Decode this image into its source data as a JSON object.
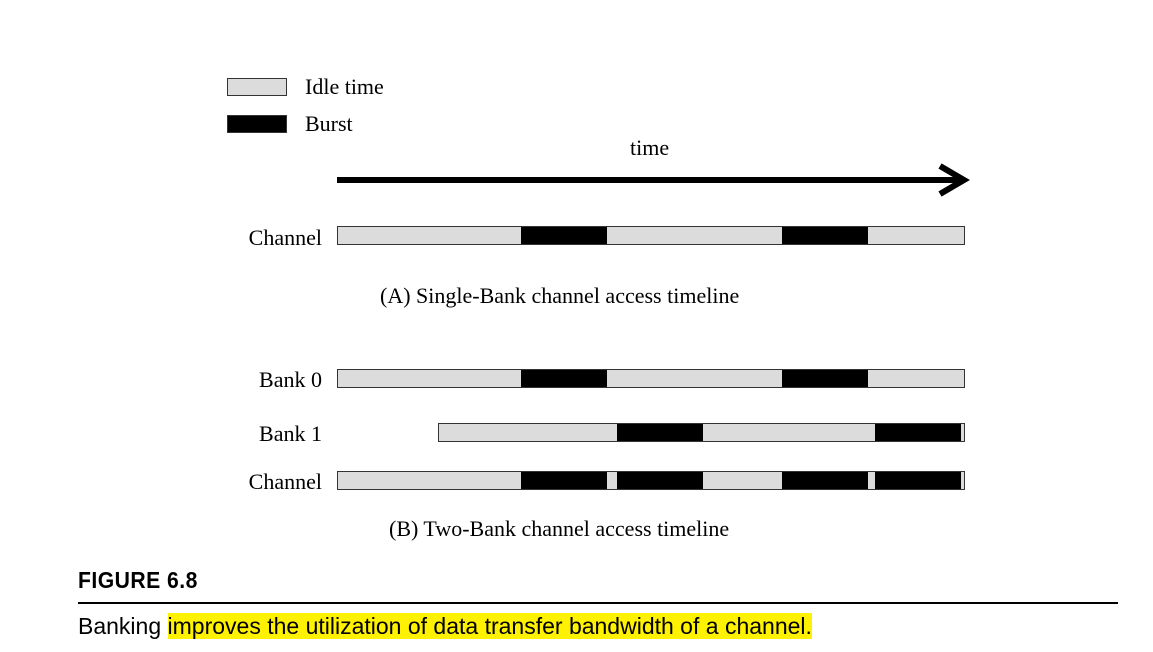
{
  "legend": {
    "idle": {
      "label": "Idle time",
      "color": "#dcdcdc"
    },
    "burst": {
      "label": "Burst",
      "color": "#000000"
    }
  },
  "axis": {
    "label": "time"
  },
  "diagram_a": {
    "caption": "(A) Single-Bank channel access timeline",
    "rows": [
      {
        "label": "Channel"
      }
    ]
  },
  "diagram_b": {
    "caption": "(B) Two-Bank channel access timeline",
    "rows": [
      {
        "label": "Bank 0"
      },
      {
        "label": "Bank 1"
      },
      {
        "label": "Channel"
      }
    ]
  },
  "figure": {
    "number": "FIGURE 6.8",
    "caption_plain": "Banking",
    "caption_highlight": "improves the utilization of data transfer bandwidth of a channel."
  },
  "colors": {
    "highlight": "#fff200",
    "idle": "#dcdcdc",
    "burst": "#000000"
  }
}
